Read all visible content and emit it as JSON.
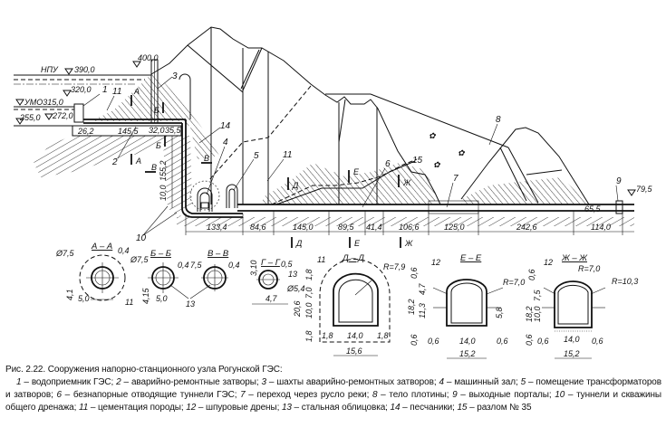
{
  "drawing": {
    "levels": {
      "npu_label": "НПУ",
      "npu_value": "390,0",
      "shaft_top": "400,0",
      "umo_label": "УМО315,0",
      "intake_top": "320,0",
      "bottom_255": "255,0",
      "intake_floor": "272,0",
      "outlet_level": "79,5",
      "outlet_inner": "65,5"
    },
    "callouts": {
      "c1": "1",
      "c2": "2",
      "c3": "3",
      "c4": "4",
      "c5": "5",
      "c6": "6",
      "c7": "7",
      "c8": "8",
      "c9": "9",
      "c10": "10",
      "c11a": "11",
      "c11b": "11",
      "c14": "14",
      "c15": "15"
    },
    "section_marks": {
      "a1": "А",
      "a2": "А",
      "b1": "Б",
      "b2": "Б",
      "v1": "В",
      "v2": "В",
      "d1": "Д",
      "d2": "Д",
      "e1": "Е",
      "e2": "Е",
      "zh1": "Ж",
      "zh2": "Ж"
    },
    "dimensions": {
      "upper": [
        "26,2",
        "145,5",
        "32,0",
        "35,5"
      ],
      "vertical": [
        "155,2",
        "10,0"
      ],
      "tunnel": [
        "133,4",
        "84,6",
        "145,0",
        "89,5",
        "41,4",
        "106,6",
        "125,0",
        "242,6",
        "114,0"
      ]
    },
    "sections": {
      "aa": {
        "title": "А – А",
        "labels": [
          "Ø7,5",
          "0,4",
          "4,1",
          "5,0",
          "11"
        ]
      },
      "bb": {
        "title": "Б – Б",
        "labels": [
          "Ø7,5",
          "0,4",
          "4,15",
          "5,0",
          "13"
        ]
      },
      "vv": {
        "title": "В – В",
        "labels": [
          "7,5",
          "0,4"
        ]
      },
      "gg": {
        "title": "Г – Г",
        "labels": [
          "3,10",
          "0,5",
          "13",
          "Ø5,4",
          "4,7"
        ]
      },
      "dd": {
        "title": "Д – Д",
        "labels": [
          "11",
          "R=7,9",
          "1,8",
          "7,0",
          "20,6",
          "10,0",
          "1,8",
          "1,8",
          "14,0",
          "1,8",
          "15,6"
        ]
      },
      "ee": {
        "title": "Е – Е",
        "labels": [
          "12",
          "R=7,0",
          "0,6",
          "18,2",
          "4,7",
          "11,3",
          "5,8",
          "0,6",
          "0,6",
          "14,0",
          "0,6",
          "15,2"
        ]
      },
      "zhzh": {
        "title": "Ж – Ж",
        "labels": [
          "12",
          "R=7,0",
          "R=10,3",
          "0,6",
          "7,5",
          "18,2",
          "10,0",
          "0,6",
          "0,6",
          "14,0",
          "0,6",
          "15,2"
        ]
      }
    }
  },
  "caption": {
    "title": "Рис. 2.22. Сооружения напорно-станционного узла Рогунской ГЭС:",
    "items": [
      {
        "n": "1",
        "t": "водоприемник ГЭС"
      },
      {
        "n": "2",
        "t": "аварийно-ремонтные затворы"
      },
      {
        "n": "3",
        "t": "шахты аварийно-ремонтных затворов"
      },
      {
        "n": "4",
        "t": "машинный зал"
      },
      {
        "n": "5",
        "t": "помещение трансформаторов и затворов"
      },
      {
        "n": "6",
        "t": "безнапорные отводящие туннели ГЭС"
      },
      {
        "n": "7",
        "t": "переход через русло реки"
      },
      {
        "n": "8",
        "t": "тело плотины"
      },
      {
        "n": "9",
        "t": "выходные порталы"
      },
      {
        "n": "10",
        "t": "туннели и скважины общего дренажа"
      },
      {
        "n": "11",
        "t": "цементация породы"
      },
      {
        "n": "12",
        "t": "шпуровые дрены"
      },
      {
        "n": "13",
        "t": "стальная облицовка"
      },
      {
        "n": "14",
        "t": "песчаники"
      },
      {
        "n": "15",
        "t": "разлом № 35"
      }
    ]
  }
}
